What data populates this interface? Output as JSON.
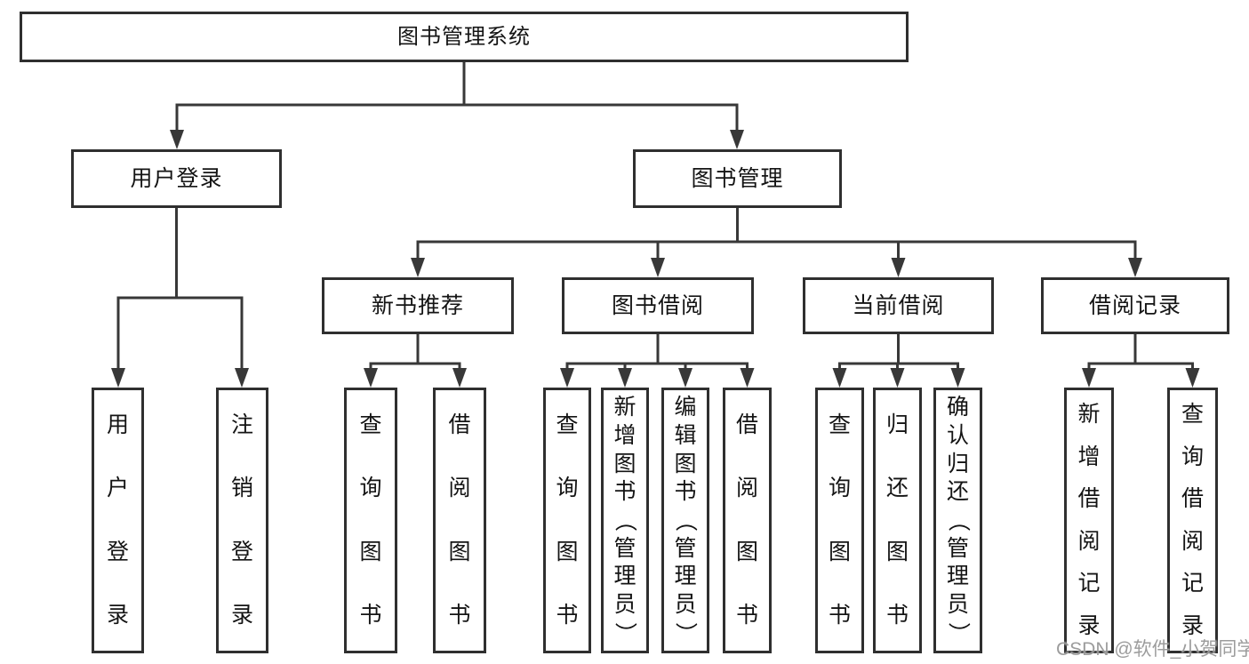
{
  "root": {
    "label": "图书管理系统"
  },
  "branches": [
    {
      "label": "用户登录",
      "leaves": [
        {
          "label": "用户登录"
        },
        {
          "label": "注销登录"
        }
      ]
    },
    {
      "label": "图书管理",
      "sub_branches": [
        {
          "label": "新书推荐",
          "leaves": [
            {
              "label": "查询图书"
            },
            {
              "label": "借阅图书"
            }
          ]
        },
        {
          "label": "图书借阅",
          "leaves": [
            {
              "label": "查询图书"
            },
            {
              "label": "新增图书（管理员）"
            },
            {
              "label": "编辑图书（管理员）"
            },
            {
              "label": "借阅图书"
            }
          ]
        },
        {
          "label": "当前借阅",
          "leaves": [
            {
              "label": "查询图书"
            },
            {
              "label": "归还图书"
            },
            {
              "label": "确认归还（管理员）"
            }
          ]
        },
        {
          "label": "借阅记录",
          "leaves": [
            {
              "label": "新增借阅记录"
            },
            {
              "label": "查询借阅记录"
            }
          ]
        }
      ]
    }
  ],
  "watermark": {
    "text": "CSDN @软件_小贺同学"
  },
  "colors": {
    "line": "#383838",
    "box_border": "#2f2f2f",
    "box_background": "#ffffff",
    "text": "#141414",
    "watermark": "#949494"
  }
}
